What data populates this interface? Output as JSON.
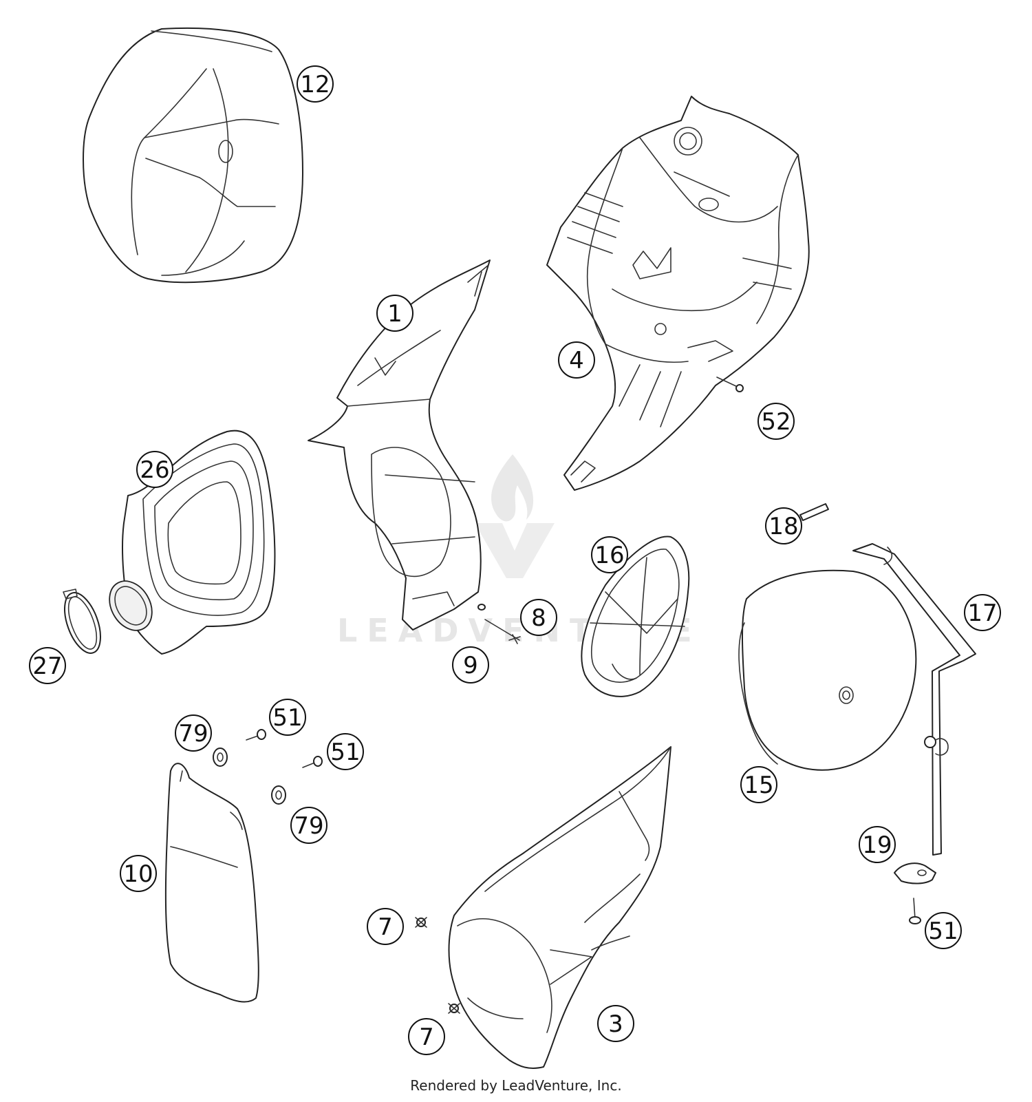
{
  "diagram": {
    "callouts": [
      {
        "id": "c12",
        "label": "12"
      },
      {
        "id": "c1",
        "label": "1"
      },
      {
        "id": "c4",
        "label": "4"
      },
      {
        "id": "c52",
        "label": "52"
      },
      {
        "id": "c26",
        "label": "26"
      },
      {
        "id": "c18",
        "label": "18"
      },
      {
        "id": "c16",
        "label": "16"
      },
      {
        "id": "c17",
        "label": "17"
      },
      {
        "id": "c8",
        "label": "8"
      },
      {
        "id": "c9",
        "label": "9"
      },
      {
        "id": "c27",
        "label": "27"
      },
      {
        "id": "c79a",
        "label": "79"
      },
      {
        "id": "c51a",
        "label": "51"
      },
      {
        "id": "c51b",
        "label": "51"
      },
      {
        "id": "c79b",
        "label": "79"
      },
      {
        "id": "c15",
        "label": "15"
      },
      {
        "id": "c10",
        "label": "10"
      },
      {
        "id": "c19",
        "label": "19"
      },
      {
        "id": "c7a",
        "label": "7"
      },
      {
        "id": "c51c",
        "label": "51"
      },
      {
        "id": "c3",
        "label": "3"
      },
      {
        "id": "c7b",
        "label": "7"
      }
    ],
    "watermark": "LEADVENTURE",
    "credit": "Rendered by LeadVenture, Inc."
  }
}
